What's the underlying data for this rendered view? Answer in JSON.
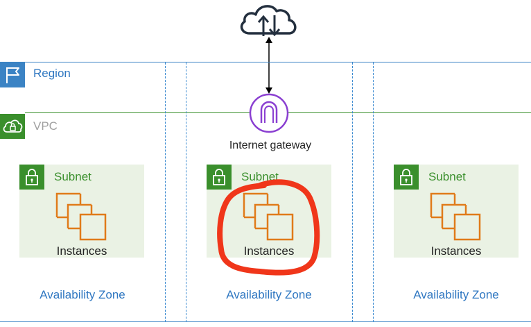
{
  "region": {
    "label": "Region"
  },
  "vpc": {
    "label": "VPC"
  },
  "internet_gateway": {
    "label": "Internet gateway"
  },
  "subnets": [
    {
      "label": "Subnet",
      "instances_label": "Instances"
    },
    {
      "label": "Subnet",
      "instances_label": "Instances"
    },
    {
      "label": "Subnet",
      "instances_label": "Instances"
    }
  ],
  "availability_zones": [
    {
      "label": "Availability Zone"
    },
    {
      "label": "Availability Zone"
    },
    {
      "label": "Availability Zone"
    }
  ],
  "icons": {
    "internet": "cloud-upload-download-icon",
    "region": "flag-icon",
    "vpc": "cloud-lock-icon",
    "gateway": "internet-gateway-icon",
    "subnet": "lock-icon",
    "instances": "instances-icon"
  },
  "colors": {
    "region": "#3b83c4",
    "vpc": "#3a8f2c",
    "subnet_bg": "#eaf2e4",
    "instances": "#e07b1a",
    "gateway": "#8a3fd1",
    "annotation": "#f0361a"
  }
}
